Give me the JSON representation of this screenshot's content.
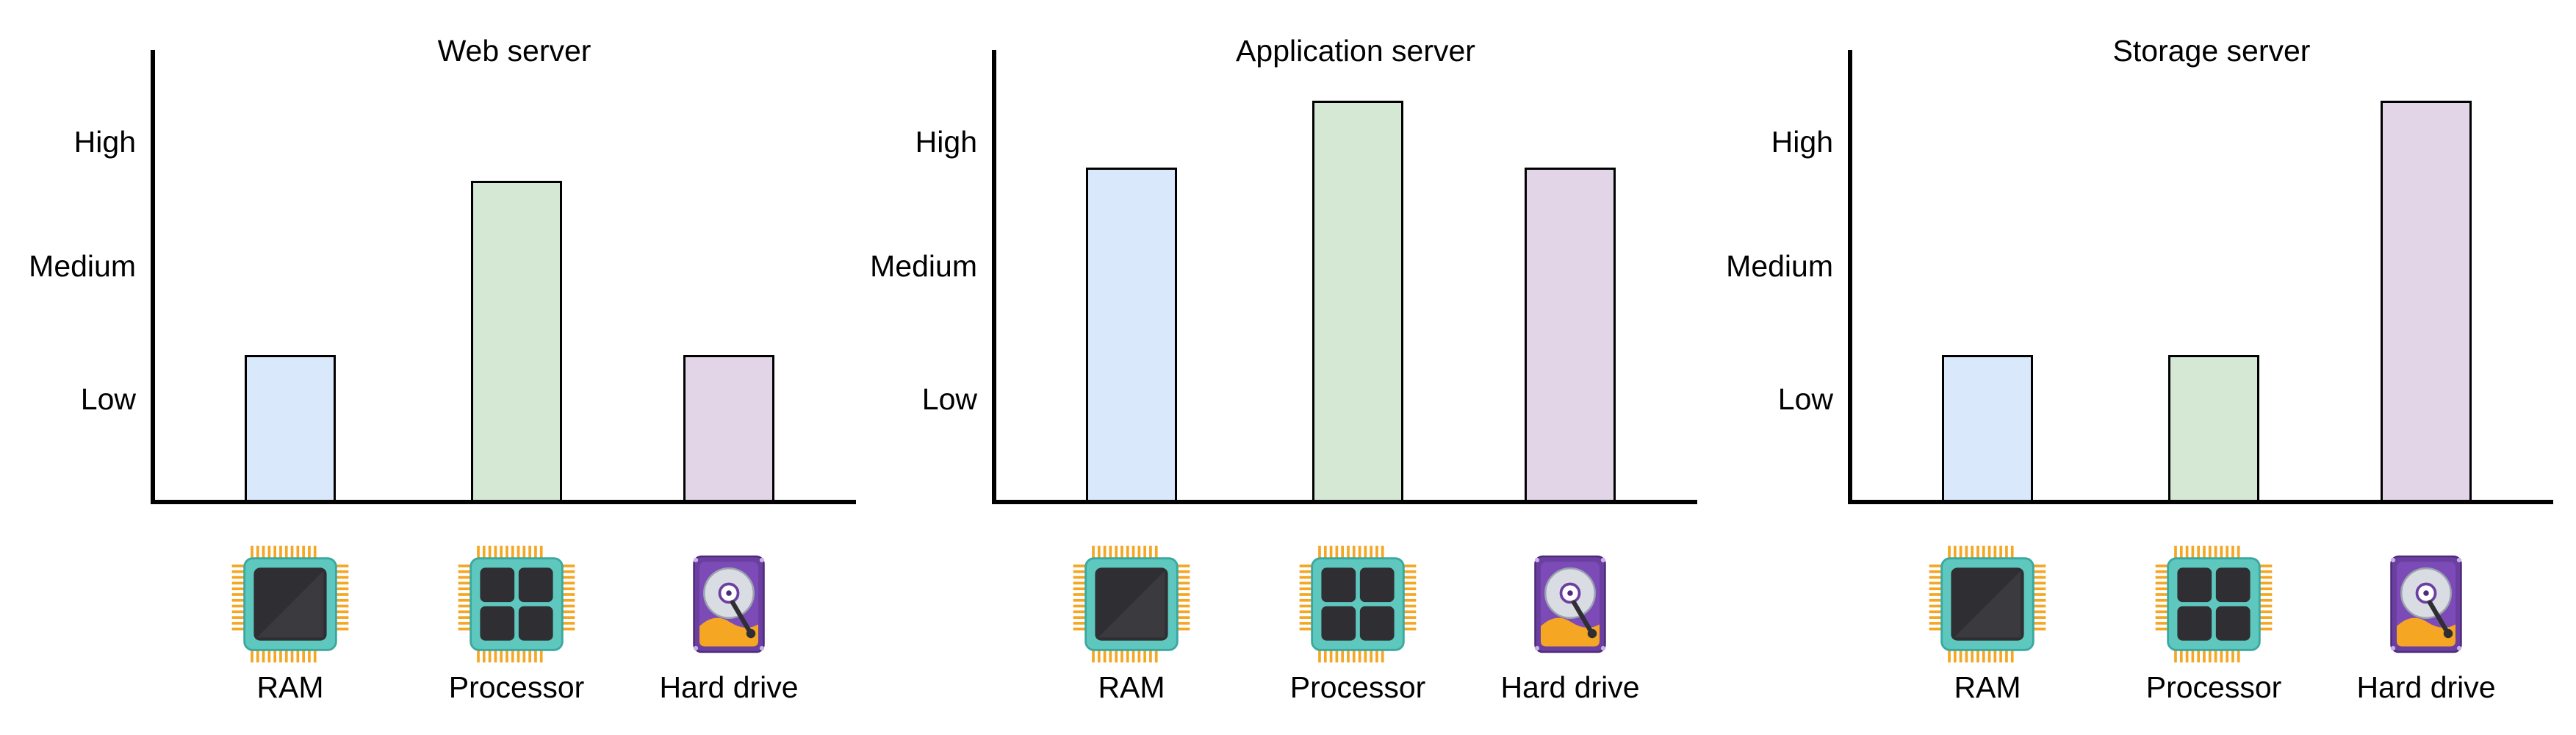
{
  "colors": {
    "ram": "#dae8fc",
    "processor": "#d5e8d4",
    "hard_drive": "#e1d5e7",
    "axis": "#000000"
  },
  "chart_data": [
    {
      "type": "bar",
      "title": "Web server",
      "categories": [
        "RAM",
        "Processor",
        "Hard drive"
      ],
      "icons": [
        "ram-chip-icon",
        "processor-chip-icon",
        "hard-drive-icon"
      ],
      "y_ticks": [
        "Low",
        "Medium",
        "High"
      ],
      "ylim": [
        0,
        3.2
      ],
      "values": [
        1.1,
        2.4,
        1.1
      ]
    },
    {
      "type": "bar",
      "title": "Application server",
      "categories": [
        "RAM",
        "Processor",
        "Hard drive"
      ],
      "icons": [
        "ram-chip-icon",
        "processor-chip-icon",
        "hard-drive-icon"
      ],
      "y_ticks": [
        "Low",
        "Medium",
        "High"
      ],
      "ylim": [
        0,
        3.2
      ],
      "values": [
        2.5,
        3.0,
        2.5
      ]
    },
    {
      "type": "bar",
      "title": "Storage server",
      "categories": [
        "RAM",
        "Processor",
        "Hard drive"
      ],
      "icons": [
        "ram-chip-icon",
        "processor-chip-icon",
        "hard-drive-icon"
      ],
      "y_ticks": [
        "Low",
        "Medium",
        "High"
      ],
      "ylim": [
        0,
        3.2
      ],
      "values": [
        1.1,
        1.1,
        3.0
      ]
    }
  ]
}
